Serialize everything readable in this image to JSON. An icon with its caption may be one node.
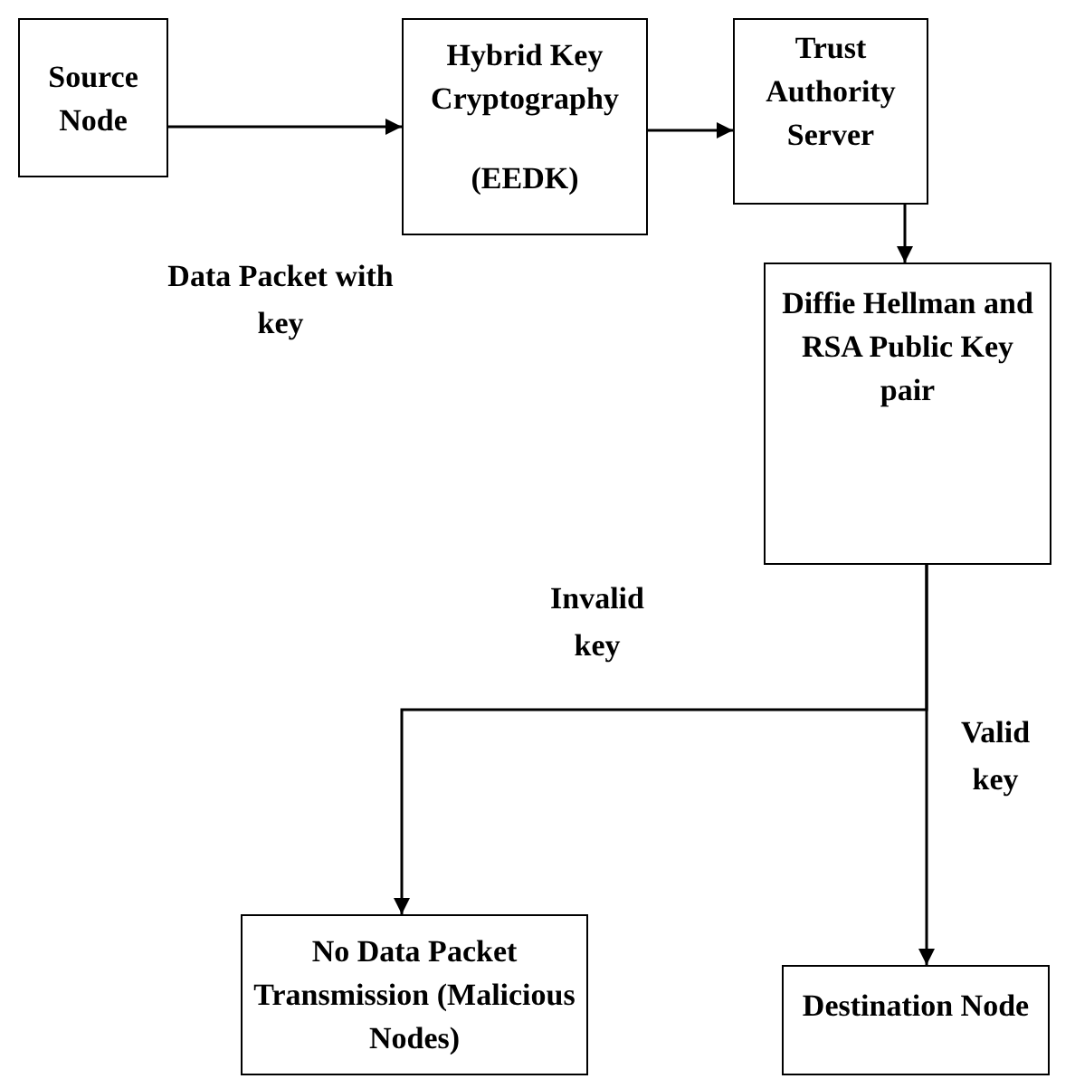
{
  "diagram": {
    "nodes": [
      {
        "text": [
          "Source Node"
        ]
      },
      {
        "text": [
          "Hybrid Key Cryptography",
          "(EEDK)"
        ]
      },
      {
        "text": [
          "Trust Authority Server"
        ]
      },
      {
        "text": [
          "Diffie Hellman and RSA Public Key pair"
        ]
      },
      {
        "text": [
          "No Data Packet Transmission (Malicious Nodes)"
        ]
      },
      {
        "text": [
          "Destination Node"
        ]
      }
    ],
    "edges": [
      {
        "from": 0,
        "to": 1,
        "arrow": "to",
        "label": "Data Packet with key"
      },
      {
        "from": 1,
        "to": 2,
        "arrow": "to"
      },
      {
        "from": 2,
        "to": 3,
        "arrow": "to"
      },
      {
        "from": 3,
        "to": 4,
        "arrow": "to",
        "label": "Invalid key"
      },
      {
        "from": 3,
        "to": 5,
        "arrow": "to",
        "label": "Valid key"
      }
    ]
  }
}
